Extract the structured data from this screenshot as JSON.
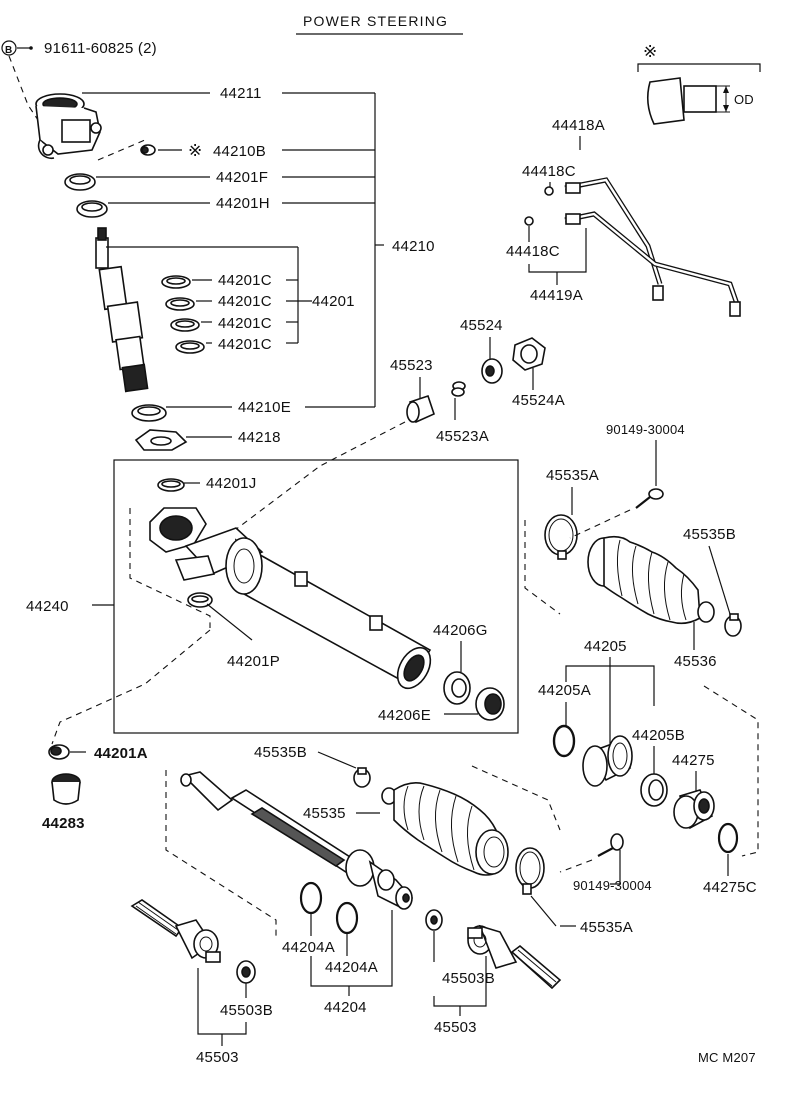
{
  "title": "POWER STEERING",
  "footer_code": "MC M207",
  "marker_symbol": "※",
  "bolt_marker": "B",
  "od_label": "OD",
  "labels": {
    "p91611": "91611-60825 (2)",
    "p44211": "44211",
    "p44210B": "44210B",
    "p44201F": "44201F",
    "p44201H": "44201H",
    "p44210": "44210",
    "p44201C_1": "44201C",
    "p44201C_2": "44201C",
    "p44201C_3": "44201C",
    "p44201C_4": "44201C",
    "p44201": "44201",
    "p44210E": "44210E",
    "p44218": "44218",
    "p44418A": "44418A",
    "p44418C_1": "44418C",
    "p44418C_2": "44418C",
    "p44419A": "44419A",
    "p45524": "45524",
    "p45523": "45523",
    "p45524A": "45524A",
    "p45523A": "45523A",
    "p90149_top": "90149-30004",
    "p45535A_top": "45535A",
    "p45535B_top": "45535B",
    "p44201J": "44201J",
    "p44240": "44240",
    "p44201P": "44201P",
    "p44206G": "44206G",
    "p44206E": "44206E",
    "p44205": "44205",
    "p44205A": "44205A",
    "p44205B": "44205B",
    "p44275": "44275",
    "p45536": "45536",
    "p44201A": "44201A",
    "p44283": "44283",
    "p45535B_bot": "45535B",
    "p45535": "45535",
    "p90149_bot": "90149-30004",
    "p44275C": "44275C",
    "p45535A_bot": "45535A",
    "p44204A_1": "44204A",
    "p44204A_2": "44204A",
    "p44204": "44204",
    "p45503B_1": "45503B",
    "p45503B_2": "45503B",
    "p45503_1": "45503",
    "p45503_2": "45503"
  }
}
